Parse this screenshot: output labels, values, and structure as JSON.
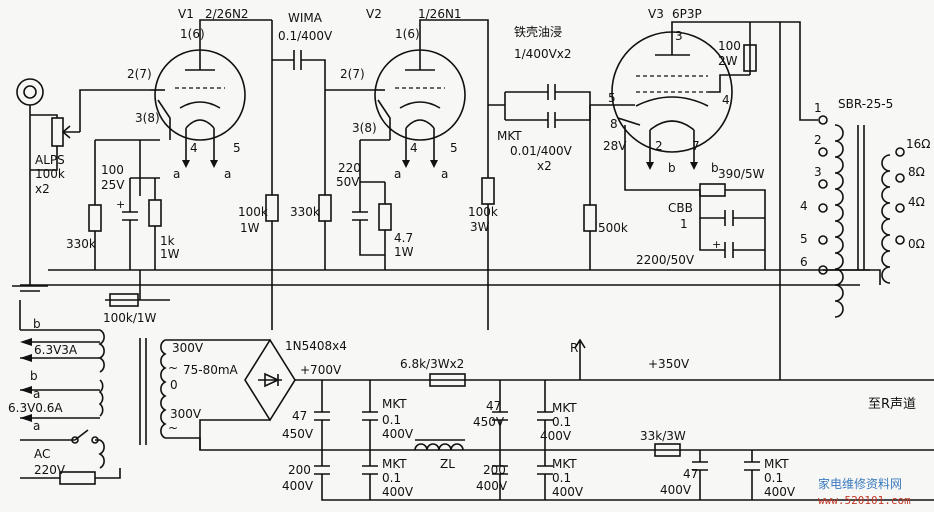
{
  "tubes": [
    {
      "id": "V1",
      "type": "2/26N2",
      "pin_grid": "2(7)",
      "pin_plate": "1(6)",
      "pin_cathode": "3(8)",
      "pin_h1": "4",
      "pin_h2": "5"
    },
    {
      "id": "V2",
      "type": "1/26N1",
      "pin_grid": "2(7)",
      "pin_plate": "1(6)",
      "pin_cathode": "3(8)",
      "pin_h1": "4",
      "pin_h2": "5"
    },
    {
      "id": "V3",
      "type": "6P3P",
      "pin_plate": "3",
      "pin_g2": "4",
      "pin_g1": "5",
      "pin_k": "8",
      "pin_h1": "2",
      "pin_h2": "7"
    }
  ],
  "input": {
    "pot_name": "ALPS",
    "pot_value": "100k",
    "pot_count": "x2",
    "r_grid": "330k",
    "c_k_value": "100",
    "c_k_volt": "25V",
    "r_k": "1k",
    "r_k_w": "1W"
  },
  "coupling1": {
    "brand": "WIMA",
    "value": "0.1/400V"
  },
  "stage1": {
    "r_load": "100k",
    "r_load_w": "1W",
    "r_grid2": "330k"
  },
  "stage2": {
    "c_k_value": "220",
    "c_k_volt": "50V",
    "r_k": "4.7",
    "r_k_w": "1W",
    "r_load": "100k",
    "r_load_w": "3W"
  },
  "coupling2": {
    "note": "铁壳油浸",
    "value_top": "1/400Vx2",
    "brand": "MKT",
    "value_bottom": "0.01/400V",
    "count": "x2"
  },
  "output_stage": {
    "r_g1": "500k",
    "r_g2_value": "100",
    "r_g2_w": "2W",
    "v_k": "28V",
    "r_k": "390/5W",
    "c_k_type": "CBB",
    "c_k_value": "1",
    "c_el": "2200/50V"
  },
  "transformer": {
    "name": "SBR-25-5",
    "primary_taps": [
      "1",
      "2",
      "3",
      "4",
      "5",
      "6"
    ],
    "secondary": [
      "16Ω",
      "8Ω",
      "4Ω",
      "0Ω"
    ]
  },
  "heater": {
    "r_hum": "100k/1W",
    "w1": "6.3V3A",
    "w2": "6.3V0.6A",
    "label_b": "b",
    "label_a": "a",
    "ac_label": "AC",
    "ac_volt": "220V"
  },
  "power_tx": {
    "sec_top": "300V",
    "sec_current": "75-80mA",
    "sec_bottom": "300V",
    "center": "0",
    "tilde": "~"
  },
  "rectifier": {
    "diode": "1N5408x4",
    "v_out": "+700V"
  },
  "filter": {
    "c1": {
      "value": "47",
      "volt": "450V"
    },
    "c1b": {
      "value": "200",
      "volt": "400V"
    },
    "mkt1": {
      "type": "MKT",
      "value": "0.1",
      "volt": "400V"
    },
    "mkt1b": {
      "type": "MKT",
      "value": "0.1",
      "volt": "400V"
    },
    "r_series": "6.8k/3Wx2",
    "choke": "ZL",
    "r_node": "R",
    "c2": {
      "value": "47",
      "volt": "450V"
    },
    "c2b": {
      "value": "200",
      "volt": "400V"
    },
    "mkt2": {
      "type": "MKT",
      "value": "0.1",
      "volt": "400V"
    },
    "mkt2b": {
      "type": "MKT",
      "value": "0.1",
      "volt": "400V"
    },
    "v_b": "+350V",
    "r_drop": "33k/3W",
    "c3": {
      "value": "47",
      "volt": "400V"
    },
    "mkt3": {
      "type": "MKT",
      "value": "0.1",
      "volt": "400V"
    },
    "to_r": "至R声道"
  },
  "watermark": {
    "cn": "家电维修资料网",
    "url": "www.520101.com"
  }
}
